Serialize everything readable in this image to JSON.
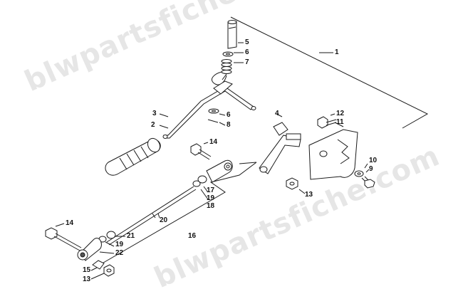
{
  "watermark": {
    "text_top": "blwpartsfiche.com",
    "text_bottom": "blwpartsfiche.com",
    "color": "#e6e6e6"
  },
  "colors": {
    "line": "#1a1a1a",
    "part_fill": "#ffffff",
    "shade": "#555555",
    "label": "#111111"
  },
  "callouts": {
    "c1": "1",
    "c2": "2",
    "c3": "3",
    "c4": "4",
    "c5": "5",
    "c6a": "6",
    "c6b": "6",
    "c7": "7",
    "c8": "8",
    "c9": "9",
    "c10": "10",
    "c11": "11",
    "c12": "12",
    "c13a": "13",
    "c13b": "13",
    "c14a": "14",
    "c14b": "14",
    "c15": "15",
    "c16": "16",
    "c17": "17",
    "c18": "18",
    "c19a": "19",
    "c19b": "19",
    "c20": "20",
    "c21": "21",
    "c22": "22"
  }
}
